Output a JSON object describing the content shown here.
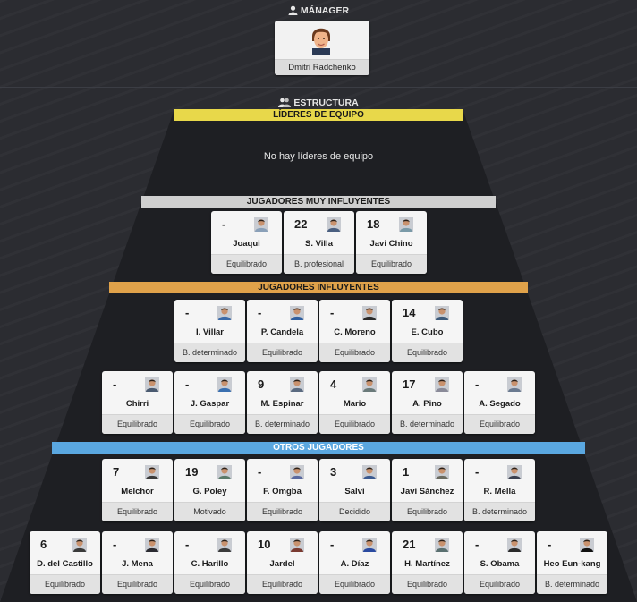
{
  "manager": {
    "title": "MÁNAGER",
    "name": "Dmitri Radchenko",
    "icon": "manager-icon"
  },
  "structure": {
    "title": "ESTRUCTURA",
    "icon": "group-icon"
  },
  "colors": {
    "team_leaders": "#e8d84a",
    "very_influential": "#cfcfcf",
    "influential": "#e0a24a",
    "other": "#5aa7e0"
  },
  "sections": {
    "team_leaders": {
      "label": "LÍDERES DE EQUIPO",
      "empty_text": "No hay líderes de equipo"
    },
    "very_influential": {
      "label": "JUGADORES MUY INFLUYENTES"
    },
    "influential": {
      "label": "JUGADORES INFLUYENTES"
    },
    "other": {
      "label": "OTROS JUGADORES"
    }
  },
  "players": [
    {
      "section": "very_influential",
      "row": 0,
      "num": "-",
      "name": "Joaqui",
      "status": "Equilibrado",
      "photo": "#8aa0b8"
    },
    {
      "section": "very_influential",
      "row": 0,
      "num": "22",
      "name": "S. Villa",
      "status": "B. profesional",
      "photo": "#4a5f80"
    },
    {
      "section": "very_influential",
      "row": 0,
      "num": "18",
      "name": "Javi Chino",
      "status": "Equilibrado",
      "photo": "#7a9aa8"
    },
    {
      "section": "influential",
      "row": 0,
      "num": "-",
      "name": "I. Villar",
      "status": "B. determinado",
      "photo": "#3a6aa8"
    },
    {
      "section": "influential",
      "row": 0,
      "num": "-",
      "name": "P. Candela",
      "status": "Equilibrado",
      "photo": "#2f5fa0"
    },
    {
      "section": "influential",
      "row": 0,
      "num": "-",
      "name": "C. Moreno",
      "status": "Equilibrado",
      "photo": "#2a2a2a"
    },
    {
      "section": "influential",
      "row": 0,
      "num": "14",
      "name": "E. Cubo",
      "status": "Equilibrado",
      "photo": "#3d5a7a"
    },
    {
      "section": "influential",
      "row": 1,
      "num": "-",
      "name": "Chirri",
      "status": "Equilibrado",
      "photo": "#4a5a70"
    },
    {
      "section": "influential",
      "row": 1,
      "num": "-",
      "name": "J. Gaspar",
      "status": "Equilibrado",
      "photo": "#3a70b0"
    },
    {
      "section": "influential",
      "row": 1,
      "num": "9",
      "name": "M. Espinar",
      "status": "B. determinado",
      "photo": "#5a6a80"
    },
    {
      "section": "influential",
      "row": 1,
      "num": "4",
      "name": "Mario",
      "status": "Equilibrado",
      "photo": "#6a7a7a"
    },
    {
      "section": "influential",
      "row": 1,
      "num": "17",
      "name": "A. Pino",
      "status": "B. determinado",
      "photo": "#8a8a98"
    },
    {
      "section": "influential",
      "row": 1,
      "num": "-",
      "name": "A. Segado",
      "status": "Equilibrado",
      "photo": "#6a7a90"
    },
    {
      "section": "other",
      "row": 0,
      "num": "7",
      "name": "Melchor",
      "status": "Equilibrado",
      "photo": "#3a3a3a"
    },
    {
      "section": "other",
      "row": 0,
      "num": "19",
      "name": "G. Poley",
      "status": "Motivado",
      "photo": "#5a7a6a"
    },
    {
      "section": "other",
      "row": 0,
      "num": "-",
      "name": "F. Omgba",
      "status": "Equilibrado",
      "photo": "#5a6aa0"
    },
    {
      "section": "other",
      "row": 0,
      "num": "3",
      "name": "Salvi",
      "status": "Decidido",
      "photo": "#3a5a90"
    },
    {
      "section": "other",
      "row": 0,
      "num": "1",
      "name": "Javi Sánchez",
      "status": "Equilibrado",
      "photo": "#6a6a60"
    },
    {
      "section": "other",
      "row": 0,
      "num": "-",
      "name": "R. Mella",
      "status": "B. determinado",
      "photo": "#3a4050"
    },
    {
      "section": "other",
      "row": 1,
      "num": "6",
      "name": "D. del Castillo",
      "status": "Equilibrado",
      "photo": "#3a3a3a"
    },
    {
      "section": "other",
      "row": 1,
      "num": "-",
      "name": "J. Mena",
      "status": "Equilibrado",
      "photo": "#2a2a30"
    },
    {
      "section": "other",
      "row": 1,
      "num": "-",
      "name": "C. Harillo",
      "status": "Equilibrado",
      "photo": "#3a3a3a"
    },
    {
      "section": "other",
      "row": 1,
      "num": "10",
      "name": "Jardel",
      "status": "Equilibrado",
      "photo": "#7a3a30"
    },
    {
      "section": "other",
      "row": 1,
      "num": "-",
      "name": "A. Díaz",
      "status": "Equilibrado",
      "photo": "#2a4aa0"
    },
    {
      "section": "other",
      "row": 1,
      "num": "21",
      "name": "H. Martínez",
      "status": "Equilibrado",
      "photo": "#5a7070"
    },
    {
      "section": "other",
      "row": 1,
      "num": "-",
      "name": "S. Obama",
      "status": "Equilibrado",
      "photo": "#2a2a2a"
    },
    {
      "section": "other",
      "row": 1,
      "num": "-",
      "name": "Heo Eun-kang",
      "status": "B. determinado",
      "photo": "#111111"
    }
  ]
}
